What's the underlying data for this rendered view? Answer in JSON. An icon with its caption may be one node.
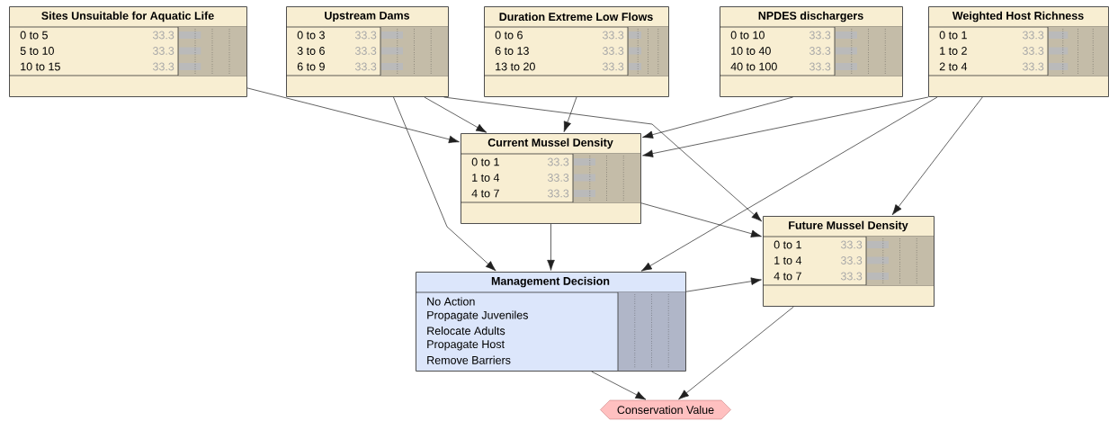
{
  "diagram": {
    "nodes": [
      {
        "text": [
          "Sites Unsuitable for Aquatic Life",
          "0 to 5",
          "33.3",
          "5 to 10",
          "33.3",
          "10 to 15",
          "33.3"
        ]
      },
      {
        "text": [
          "Upstream Dams",
          "0 to 3",
          "33.3",
          "3 to 6",
          "33.3",
          "6 to 9",
          "33.3"
        ]
      },
      {
        "text": [
          "Duration Extreme Low Flows",
          "0 to 6",
          "33.3",
          "6 to 13",
          "33.3",
          "13 to 20",
          "33.3"
        ]
      },
      {
        "text": [
          "NPDES dischargers",
          "0 to 10",
          "33.3",
          "10 to 40",
          "33.3",
          "40 to 100",
          "33.3"
        ]
      },
      {
        "text": [
          "Weighted Host Richness",
          "0 to 1",
          "33.3",
          "1 to 2",
          "33.3",
          "2 to 4",
          "33.3"
        ]
      },
      {
        "text": [
          "Current Mussel Density",
          "0 to 1",
          "33.3",
          "1 to 4",
          "33.3",
          "4 to 7",
          "33.3"
        ]
      },
      {
        "text": [
          "Future Mussel Density",
          "0 to 1",
          "33.3",
          "1 to 4",
          "33.3",
          "4 to 7",
          "33.3"
        ]
      },
      {
        "text": [
          "Management Decision",
          "No Action",
          "Propagate Juveniles",
          "Relocate Adults",
          "Propagate Host",
          "Remove Barriers"
        ]
      },
      {
        "text": [
          "Conservation Value"
        ]
      }
    ],
    "edges": [
      {
        "from": 0,
        "to": 5,
        "arrow": "to"
      },
      {
        "from": 1,
        "to": 5,
        "arrow": "to"
      },
      {
        "from": 1,
        "to": 6,
        "arrow": "to"
      },
      {
        "from": 1,
        "to": 7,
        "arrow": "to"
      },
      {
        "from": 2,
        "to": 5,
        "arrow": "to"
      },
      {
        "from": 3,
        "to": 5,
        "arrow": "to"
      },
      {
        "from": 4,
        "to": 5,
        "arrow": "to"
      },
      {
        "from": 4,
        "to": 7,
        "arrow": "to"
      },
      {
        "from": 4,
        "to": 6,
        "arrow": "to"
      },
      {
        "from": 5,
        "to": 6,
        "arrow": "to"
      },
      {
        "from": 5,
        "to": 7,
        "arrow": "to"
      },
      {
        "from": 7,
        "to": 6,
        "arrow": "to"
      },
      {
        "from": 7,
        "to": 8,
        "arrow": "to"
      },
      {
        "from": 6,
        "to": 8,
        "arrow": "to"
      }
    ]
  }
}
